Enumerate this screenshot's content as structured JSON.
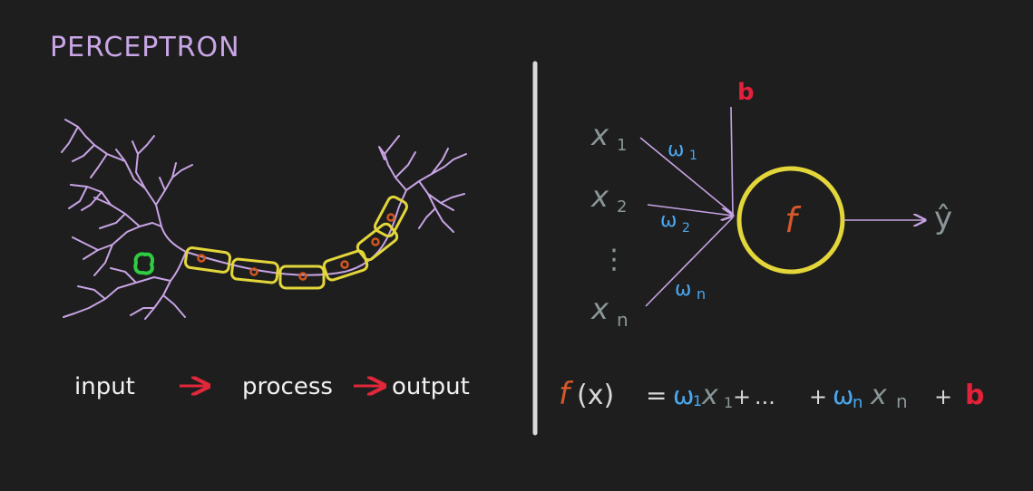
{
  "title": "PERCEPTRON",
  "neuron_flow": {
    "input": "input",
    "process": "process",
    "output": "output"
  },
  "perceptron": {
    "inputs": [
      {
        "base": "x",
        "sub": "1"
      },
      {
        "base": "x",
        "sub": "2"
      },
      {
        "base": "x",
        "sub": "n"
      }
    ],
    "weights": [
      {
        "base": "ω",
        "sub": "1"
      },
      {
        "base": "ω",
        "sub": "2"
      },
      {
        "base": "ω",
        "sub": "n"
      }
    ],
    "ellipsis": "⋮",
    "bias": "b",
    "activation": "f",
    "output": "ŷ"
  },
  "formula": {
    "f": "f",
    "arg": "(x)",
    "eq": "=",
    "w1": "ω",
    "w1_sub": "1",
    "x1": "x",
    "x1_sub": "1",
    "plus1": "+",
    "dots": "...",
    "plus2": "+",
    "wn": "ω",
    "wn_sub": "n",
    "xn": "x",
    "xn_sub": "n",
    "plus3": "+",
    "b": "b"
  },
  "colors": {
    "background": "#1e1e1e",
    "title": "#c9a6e6",
    "neuron_outline": "#c7a3e4",
    "nucleus": "#2ecc40",
    "myelin": "#e3d63a",
    "node_dot": "#d2561f",
    "arrow_red": "#e0283a",
    "white_text": "#f2f2f2",
    "weight_blue": "#4aa8f0",
    "input_gray": "#8a9698",
    "bias_red": "#e3213a",
    "f_orange": "#d4582a",
    "divider": "#d9d9d9"
  }
}
